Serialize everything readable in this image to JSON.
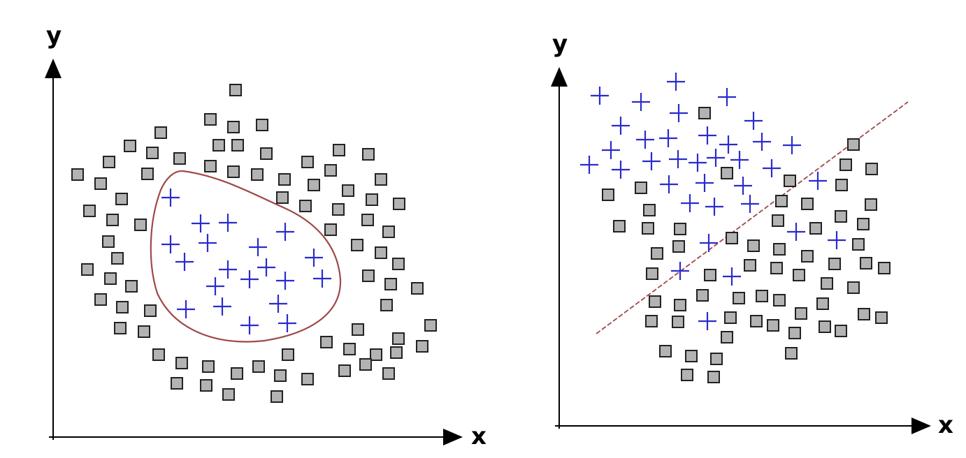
{
  "colors": {
    "axis": "#000000",
    "plus": "#2b2bcc",
    "square_fill": "#b3b3b3",
    "square_stroke": "#222222",
    "boundary": "#a04848",
    "background": "#ffffff"
  },
  "chart_data": [
    {
      "type": "scatter",
      "xlabel": "x",
      "ylabel": "y",
      "boundary": "closed-curve",
      "series": [
        {
          "marker": "plus",
          "points": [
            [
              244,
              283
            ],
            [
              287,
              320
            ],
            [
              326,
              319
            ],
            [
              408,
              332
            ],
            [
              244,
              350
            ],
            [
              297,
              348
            ],
            [
              369,
              354
            ],
            [
              264,
              375
            ],
            [
              326,
              386
            ],
            [
              381,
              383
            ],
            [
              449,
              369
            ],
            [
              308,
              410
            ],
            [
              357,
              400
            ],
            [
              408,
              402
            ],
            [
              461,
              399
            ],
            [
              266,
              443
            ],
            [
              318,
              439
            ],
            [
              398,
              435
            ],
            [
              357,
              466
            ],
            [
              411,
              463
            ]
          ]
        },
        {
          "marker": "square",
          "points": [
            [
              337,
              129
            ],
            [
              301,
              171
            ],
            [
              334,
              182
            ],
            [
              375,
              179
            ],
            [
              230,
              190
            ],
            [
              186,
              209
            ],
            [
              218,
              219
            ],
            [
              257,
              227
            ],
            [
              313,
              208
            ],
            [
              340,
              208
            ],
            [
              381,
              220
            ],
            [
              485,
              215
            ],
            [
              527,
              221
            ],
            [
              156,
              232
            ],
            [
              111,
              250
            ],
            [
              144,
              263
            ],
            [
              211,
              249
            ],
            [
              301,
              238
            ],
            [
              334,
              246
            ],
            [
              368,
              250
            ],
            [
              407,
              257
            ],
            [
              440,
              232
            ],
            [
              473,
              244
            ],
            [
              545,
              257
            ],
            [
              449,
              265
            ],
            [
              404,
              283
            ],
            [
              498,
              273
            ],
            [
              174,
              285
            ],
            [
              532,
              286
            ],
            [
              571,
              292
            ],
            [
              128,
              302
            ],
            [
              161,
              315
            ],
            [
              201,
              322
            ],
            [
              437,
              295
            ],
            [
              484,
              300
            ],
            [
              526,
              315
            ],
            [
              473,
              329
            ],
            [
              556,
              332
            ],
            [
              155,
              346
            ],
            [
              511,
              351
            ],
            [
              168,
              370
            ],
            [
              545,
              362
            ],
            [
              570,
              378
            ],
            [
              125,
              386
            ],
            [
              158,
              399
            ],
            [
              188,
              410
            ],
            [
              527,
              395
            ],
            [
              559,
              407
            ],
            [
              597,
              413
            ],
            [
              144,
              429
            ],
            [
              175,
              440
            ],
            [
              215,
              445
            ],
            [
              553,
              437
            ],
            [
              172,
              470
            ],
            [
              206,
              475
            ],
            [
              512,
              472
            ],
            [
              616,
              466
            ],
            [
              467,
              490
            ],
            [
              570,
              485
            ],
            [
              500,
              500
            ],
            [
              538,
              508
            ],
            [
              567,
              505
            ],
            [
              604,
              496
            ],
            [
              227,
              508
            ],
            [
              412,
              508
            ],
            [
              260,
              520
            ],
            [
              298,
              525
            ],
            [
              339,
              535
            ],
            [
              370,
              525
            ],
            [
              523,
              522
            ],
            [
              493,
              531
            ],
            [
              556,
              535
            ],
            [
              253,
              549
            ],
            [
              295,
              552
            ],
            [
              401,
              538
            ],
            [
              440,
              543
            ],
            [
              327,
              565
            ],
            [
              396,
              568
            ]
          ]
        }
      ]
    },
    {
      "type": "scatter",
      "xlabel": "x",
      "ylabel": "y",
      "boundary": "dotted-line",
      "series": [
        {
          "marker": "plus",
          "points": [
            [
              967,
              117
            ],
            [
              858,
              137
            ],
            [
              917,
              146
            ],
            [
              1040,
              139
            ],
            [
              971,
              162
            ],
            [
              888,
              180
            ],
            [
              1078,
              173
            ],
            [
              923,
              200
            ],
            [
              956,
              198
            ],
            [
              1012,
              194
            ],
            [
              1042,
              207
            ],
            [
              1090,
              203
            ],
            [
              1133,
              208
            ],
            [
              874,
              215
            ],
            [
              843,
              236
            ],
            [
              888,
              243
            ],
            [
              932,
              231
            ],
            [
              970,
              228
            ],
            [
              998,
              233
            ],
            [
              1024,
              226
            ],
            [
              1058,
              229
            ],
            [
              1104,
              241
            ],
            [
              957,
              264
            ],
            [
              1008,
              262
            ],
            [
              1063,
              266
            ],
            [
              1170,
              259
            ],
            [
              987,
              291
            ],
            [
              1022,
              296
            ],
            [
              1073,
              292
            ],
            [
              1139,
              332
            ],
            [
              1014,
              348
            ],
            [
              1197,
              344
            ],
            [
              973,
              388
            ],
            [
              1047,
              396
            ],
            [
              1012,
              460
            ]
          ]
        },
        {
          "marker": "square",
          "points": [
            [
              1008,
              162
            ],
            [
              1221,
              207
            ],
            [
              1210,
              236
            ],
            [
              1247,
              242
            ],
            [
              1040,
              248
            ],
            [
              1130,
              259
            ],
            [
              917,
              269
            ],
            [
              870,
              279
            ],
            [
              1204,
              265
            ],
            [
              1118,
              288
            ],
            [
              1155,
              292
            ],
            [
              1246,
              293
            ],
            [
              929,
              301
            ],
            [
              886,
              324
            ],
            [
              927,
              327
            ],
            [
              973,
              328
            ],
            [
              1113,
              316
            ],
            [
              1203,
              310
            ],
            [
              1235,
              321
            ],
            [
              1167,
              327
            ],
            [
              1047,
              341
            ],
            [
              940,
              363
            ],
            [
              971,
              353
            ],
            [
              1078,
              352
            ],
            [
              1115,
              357
            ],
            [
              1228,
              350
            ],
            [
              1155,
              367
            ],
            [
              933,
              392
            ],
            [
              1073,
              380
            ],
            [
              1111,
              384
            ],
            [
              1194,
              378
            ],
            [
              1239,
              377
            ],
            [
              1265,
              384
            ],
            [
              1016,
              394
            ],
            [
              1143,
              394
            ],
            [
              1183,
              406
            ],
            [
              1221,
              412
            ],
            [
              937,
              432
            ],
            [
              973,
              437
            ],
            [
              1005,
              423
            ],
            [
              1057,
              427
            ],
            [
              1090,
              424
            ],
            [
              1115,
              430
            ],
            [
              1177,
              435
            ],
            [
              932,
              460
            ],
            [
              970,
              461
            ],
            [
              1045,
              455
            ],
            [
              1082,
              460
            ],
            [
              1106,
              466
            ],
            [
              1146,
              449
            ],
            [
              1180,
              468
            ],
            [
              1203,
              474
            ],
            [
              1236,
              450
            ],
            [
              1261,
              455
            ],
            [
              1137,
              477
            ],
            [
              1040,
              483
            ],
            [
              952,
              503
            ],
            [
              989,
              510
            ],
            [
              1025,
              514
            ],
            [
              1132,
              506
            ],
            [
              983,
              537
            ],
            [
              1021,
              540
            ]
          ]
        }
      ]
    }
  ]
}
